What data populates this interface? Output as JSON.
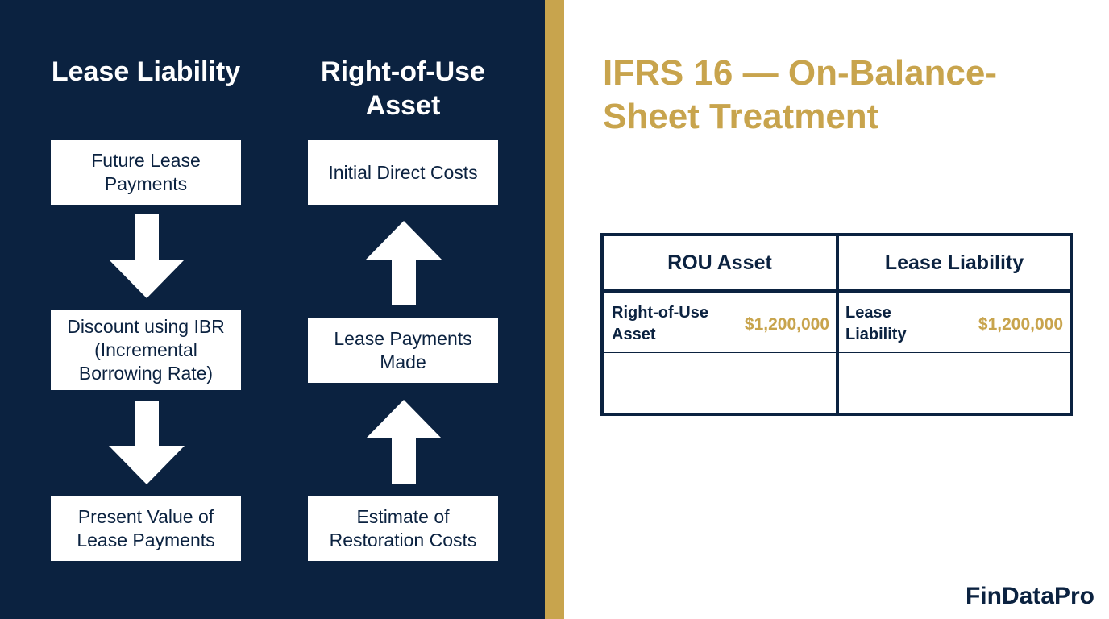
{
  "colors": {
    "navy": "#0b2240",
    "gold": "#c8a44d",
    "white": "#ffffff"
  },
  "left_column": {
    "title": "Lease Liability",
    "boxes": [
      "Future Lease Payments",
      "Discount using IBR (Incremental Borrowing Rate)",
      "Present Value of Lease Payments"
    ],
    "arrow_direction": "down"
  },
  "right_column": {
    "title": "Right-of-Use Asset",
    "boxes": [
      "Initial Direct Costs",
      "Lease Payments Made",
      "Estimate of Restoration Costs"
    ],
    "arrow_direction": "up"
  },
  "main_title": "IFRS 16 — On-Balance-Sheet Treatment",
  "balance_sheet": {
    "headers": [
      "ROU Asset",
      "Lease Liability"
    ],
    "rows": [
      {
        "asset_label": "Right-of-Use Asset",
        "asset_value": "$1,200,000",
        "liability_label": "Lease Liability",
        "liability_value": "$1,200,000"
      }
    ]
  },
  "brand": "FinDataPro"
}
